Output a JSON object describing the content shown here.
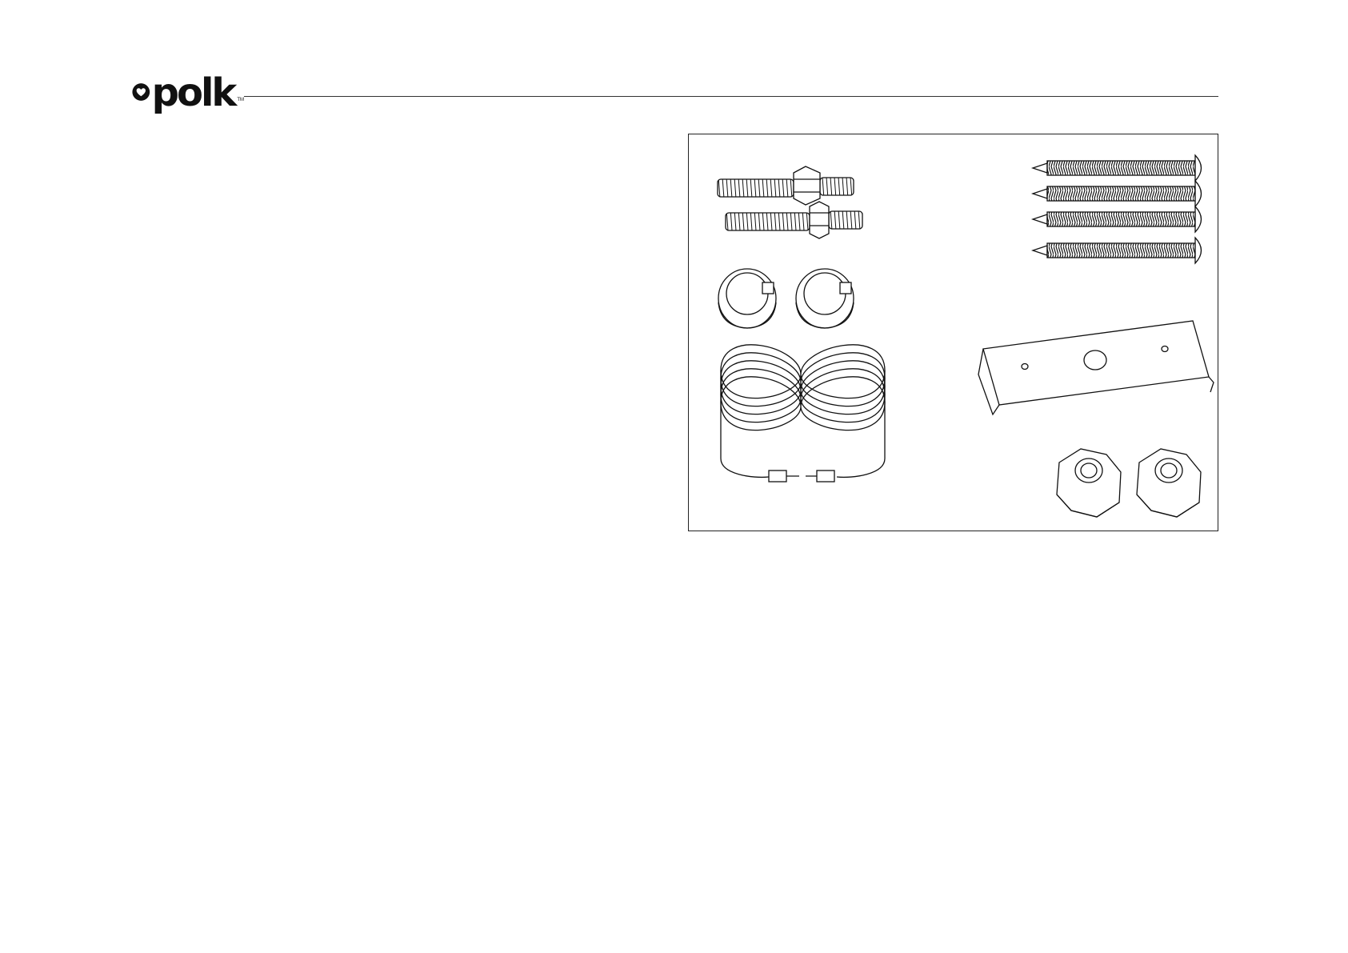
{
  "header": {
    "logo_text": "polk",
    "logo_tm": "TM"
  },
  "figure": {
    "items": [
      "threaded-studs-with-hex-nut",
      "lock-washers",
      "speaker-cable-coil",
      "wood-screws",
      "mounting-bracket",
      "hex-nuts"
    ]
  },
  "colors": {
    "ink": "#111111",
    "rule": "#333333",
    "background": "#ffffff"
  }
}
